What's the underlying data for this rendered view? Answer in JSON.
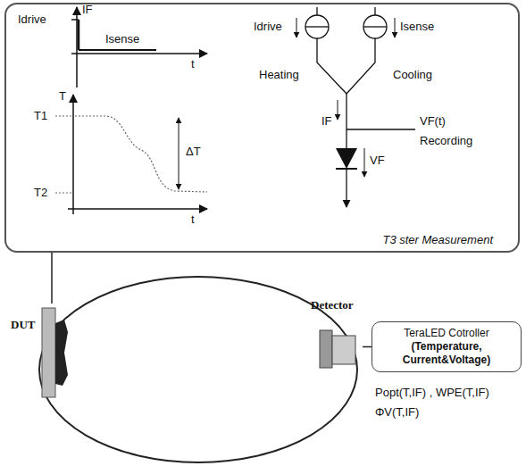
{
  "diagram": {
    "nodes": [
      {
        "text": [
          "T3 ster Measurement"
        ]
      },
      {
        "text": [
          "DUT"
        ]
      },
      {
        "text": [
          "Detector"
        ]
      },
      {
        "text": [
          "TeraLED Cotroller",
          "(Temperature, Current&Voltage)"
        ]
      }
    ],
    "edges": [
      {
        "from": 0,
        "to": 1,
        "arrow": "none"
      },
      {
        "from": 2,
        "to": 3,
        "arrow": "none"
      }
    ],
    "labels": [
      "Idrive",
      "IF",
      "Isense",
      "t",
      "T",
      "T1",
      "T2",
      "ΔT",
      "t",
      "Idrive",
      "Isense",
      "Heating",
      "Cooling",
      "IF",
      "VF(t)",
      "Recording",
      "VF",
      "Popt(T,IF) , WPE(T,IF)",
      "ΦV(T,IF)"
    ]
  }
}
